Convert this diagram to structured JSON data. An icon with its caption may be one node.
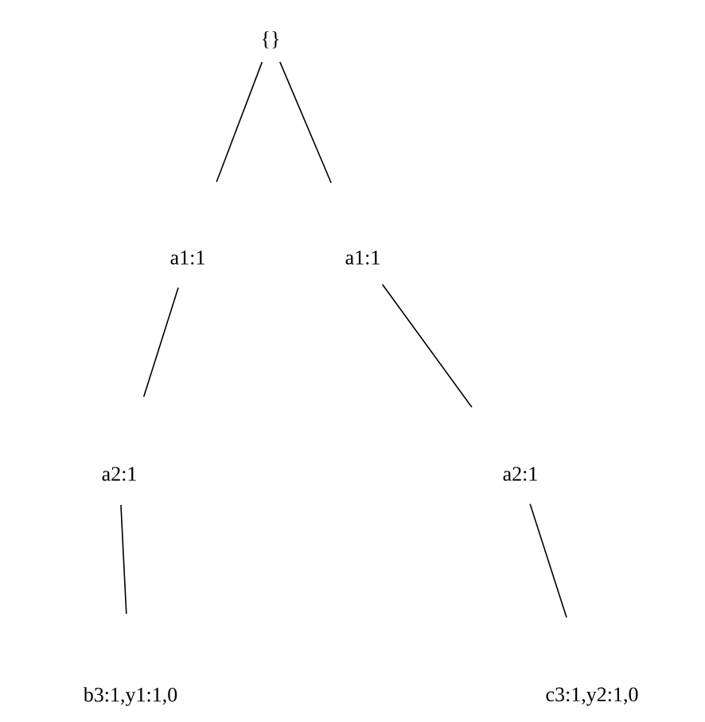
{
  "diagram": {
    "nodes": [
      {
        "text": [
          "{}"
        ]
      },
      {
        "text": [
          "a1:1"
        ]
      },
      {
        "text": [
          "a1:1"
        ]
      },
      {
        "text": [
          "a2:1"
        ]
      },
      {
        "text": [
          "a2:1"
        ]
      },
      {
        "text": [
          "b3:1,y1:1,0"
        ]
      },
      {
        "text": [
          "c3:1,y2:1,0"
        ]
      }
    ],
    "edges": [
      {
        "from": 0,
        "to": 1,
        "arrow": "none"
      },
      {
        "from": 0,
        "to": 2,
        "arrow": "none"
      },
      {
        "from": 1,
        "to": 3,
        "arrow": "none"
      },
      {
        "from": 2,
        "to": 4,
        "arrow": "none"
      },
      {
        "from": 3,
        "to": 5,
        "arrow": "none"
      },
      {
        "from": 4,
        "to": 6,
        "arrow": "none"
      }
    ]
  }
}
